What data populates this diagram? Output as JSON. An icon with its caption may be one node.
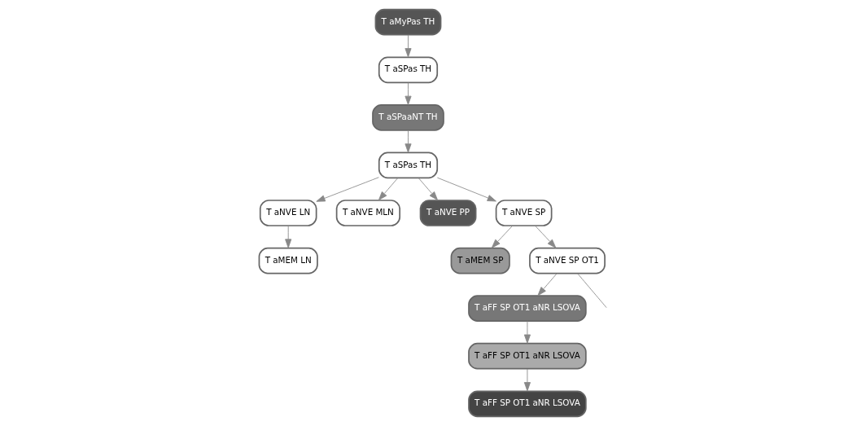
{
  "diagram": {
    "nodes": [
      {
        "text": [
          "T aMyPas TH"
        ]
      },
      {
        "text": [
          "T aSPas TH"
        ]
      },
      {
        "text": [
          "T aSPaaNT TH"
        ]
      },
      {
        "text": [
          "T aSPas TH"
        ]
      },
      {
        "text": [
          "T aNVE LN"
        ]
      },
      {
        "text": [
          "T aNVE MLN"
        ]
      },
      {
        "text": [
          "T aNVE PP"
        ]
      },
      {
        "text": [
          "T aMEM LN"
        ]
      },
      {
        "text": [
          "T aNVE SP"
        ]
      },
      {
        "text": [
          "T aMEM SP"
        ]
      },
      {
        "text": [
          "T aNVE SP OT1"
        ]
      },
      {
        "text": [
          "T aFF SP OT1 aNR LSOVA"
        ]
      },
      {
        "text": [
          "T aFF SP OT1 aNR LSOVA"
        ]
      },
      {
        "text": [
          "T aFF SP OT1 aNR LSOVA"
        ]
      }
    ],
    "edges": [
      {
        "from": 0,
        "to": 1,
        "arrow": "to"
      },
      {
        "from": 1,
        "to": 2,
        "arrow": "to"
      },
      {
        "from": 2,
        "to": 3,
        "arrow": "to"
      },
      {
        "from": 3,
        "to": 8,
        "arrow": "to"
      },
      {
        "from": 3,
        "to": 4,
        "arrow": "to"
      },
      {
        "from": 3,
        "to": 5,
        "arrow": "to"
      },
      {
        "from": 3,
        "to": 6,
        "arrow": "to"
      },
      {
        "from": 4,
        "to": 7,
        "arrow": "to"
      },
      {
        "from": 8,
        "to": 9,
        "arrow": "to"
      },
      {
        "from": 8,
        "to": 10,
        "arrow": "to"
      },
      {
        "from": 10,
        "to": 11,
        "arrow": "to"
      },
      {
        "from": 11,
        "to": 12,
        "arrow": "to"
      },
      {
        "from": 12,
        "to": 13,
        "arrow": "to"
      },
      {
        "from": 10,
        "to": null,
        "arrow": "none"
      }
    ]
  }
}
